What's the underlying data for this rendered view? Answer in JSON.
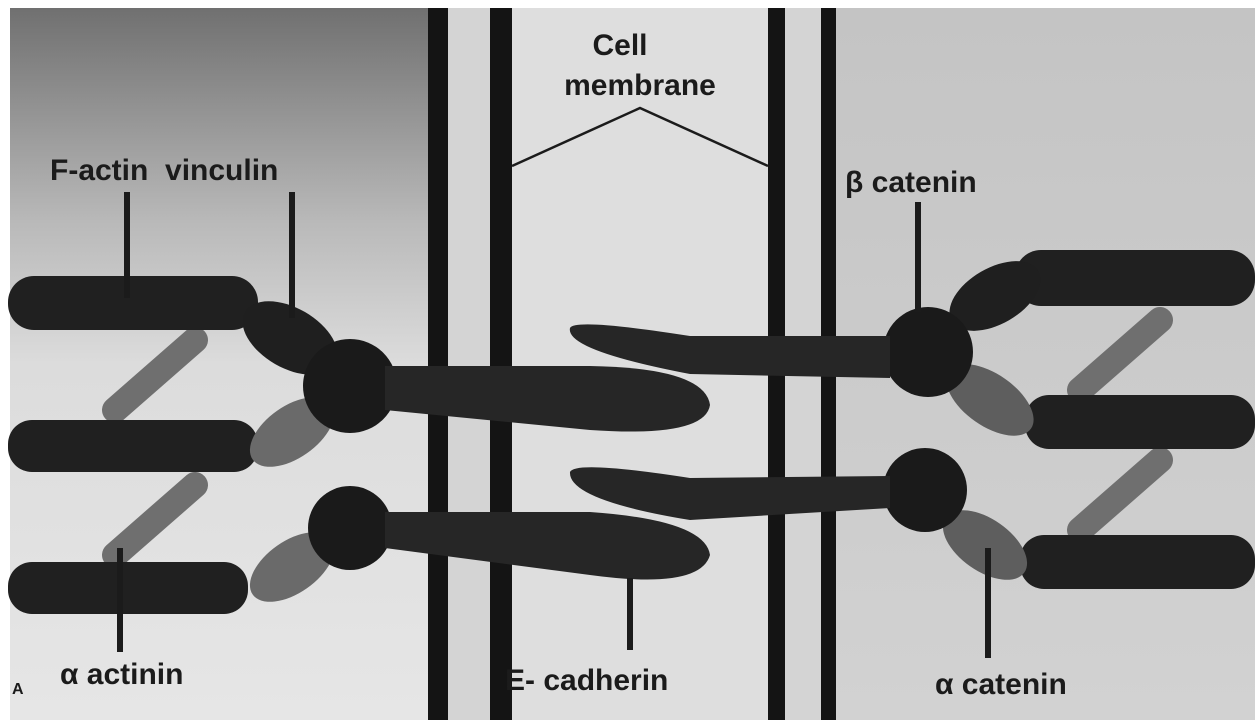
{
  "figure": {
    "labels": {
      "cell_membrane_line1": "Cell",
      "cell_membrane_line2": "membrane",
      "f_actin_vinculin": "F-actin  vinculin",
      "beta_catenin": "β catenin",
      "alpha_actinin": "α actinin",
      "e_cadherin": "E- cadherin",
      "alpha_catenin": "α catenin",
      "panel_letter": "A"
    }
  }
}
